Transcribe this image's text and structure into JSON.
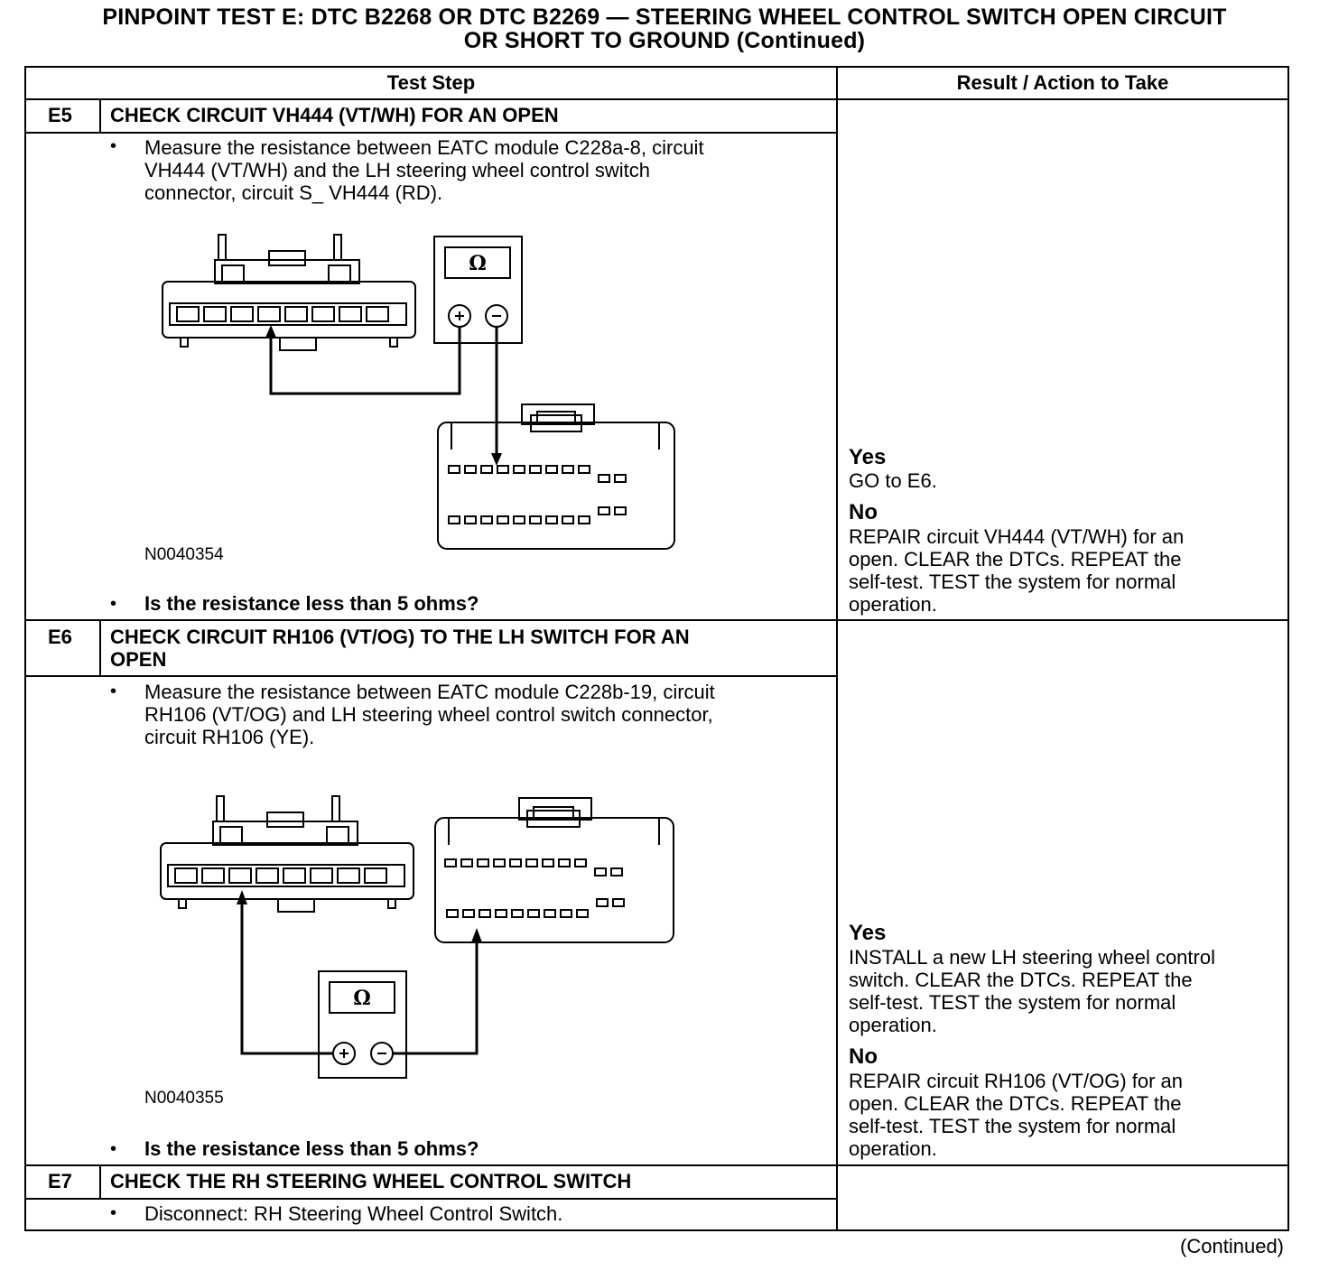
{
  "title": {
    "line1": "PINPOINT TEST E: DTC B2268 OR DTC B2269 — STEERING WHEEL CONTROL SWITCH OPEN CIRCUIT",
    "line2": "OR SHORT TO GROUND (Continued)"
  },
  "header": {
    "test_step": "Test Step",
    "result": "Result / Action to Take"
  },
  "steps": [
    {
      "id": "E5",
      "title": "CHECK CIRCUIT VH444 (VT/WH) FOR AN OPEN",
      "instruction": [
        "Measure the resistance between EATC module C228a-8, circuit",
        "VH444 (VT/WH) and the LH steering wheel control switch",
        "connector, circuit S_  VH444 (RD)."
      ],
      "figure_id": "N0040354",
      "question": "Is the resistance less than 5 ohms?",
      "yes_label": "Yes",
      "yes_text": [
        "GO to E6."
      ],
      "no_label": "No",
      "no_text": [
        "REPAIR circuit VH444 (VT/WH) for an",
        "open. CLEAR the DTCs. REPEAT the",
        "self-test. TEST the system for normal",
        "operation."
      ]
    },
    {
      "id": "E6",
      "title_lines": [
        "CHECK CIRCUIT RH106 (VT/OG) TO THE LH SWITCH FOR AN",
        "OPEN"
      ],
      "instruction": [
        "Measure the resistance between EATC module C228b-19, circuit",
        "RH106 (VT/OG) and LH steering wheel control switch connector,",
        "circuit RH106 (YE)."
      ],
      "figure_id": "N0040355",
      "question": "Is the resistance less than 5 ohms?",
      "yes_label": "Yes",
      "yes_text": [
        "INSTALL a new LH steering wheel control",
        "switch. CLEAR the DTCs. REPEAT the",
        "self-test. TEST the system for normal",
        "operation."
      ],
      "no_label": "No",
      "no_text": [
        "REPAIR circuit RH106 (VT/OG) for an",
        "open. CLEAR the DTCs. REPEAT the",
        "self-test. TEST the system for normal",
        "operation."
      ]
    },
    {
      "id": "E7",
      "title": "CHECK THE RH STEERING WHEEL CONTROL SWITCH",
      "instruction": [
        "Disconnect: RH Steering Wheel Control Switch."
      ]
    }
  ],
  "meter_symbol": "Ω",
  "footer": "(Continued)"
}
